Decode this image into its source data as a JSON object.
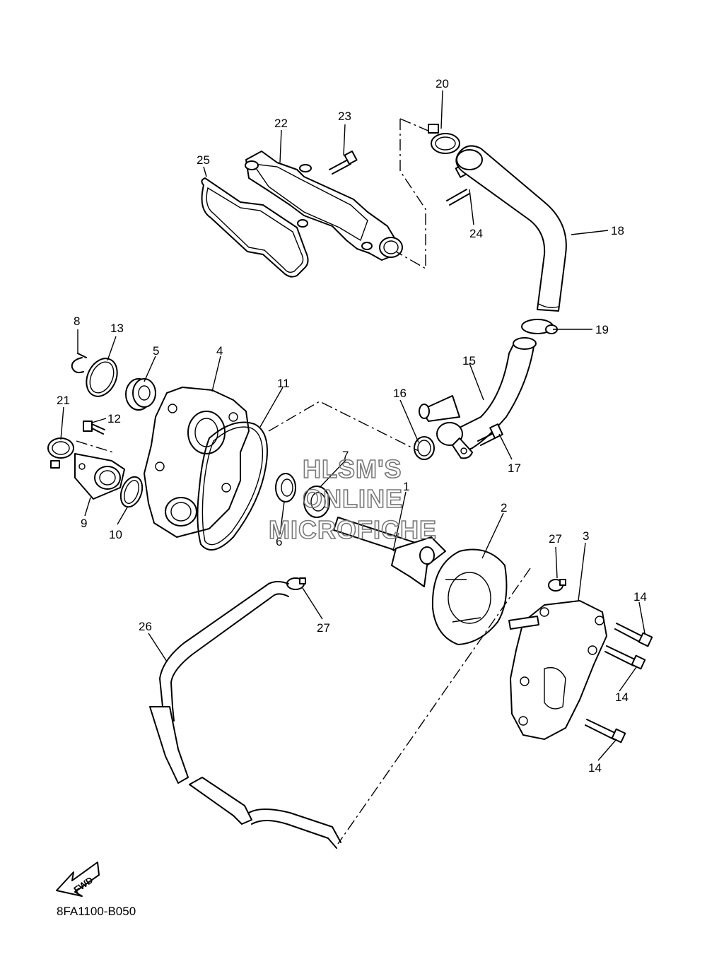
{
  "callouts": [
    "1",
    "2",
    "3",
    "4",
    "5",
    "6",
    "7",
    "8",
    "9",
    "10",
    "11",
    "12",
    "13",
    "14",
    "15",
    "16",
    "17",
    "18",
    "19",
    "20",
    "21",
    "22",
    "23",
    "24",
    "25",
    "26",
    "27"
  ],
  "fwd_label": "FWD",
  "watermark": [
    "HLSM'S",
    "ONLINE",
    "MICROFICHE"
  ],
  "diagram_code": "8FA1100-B050"
}
